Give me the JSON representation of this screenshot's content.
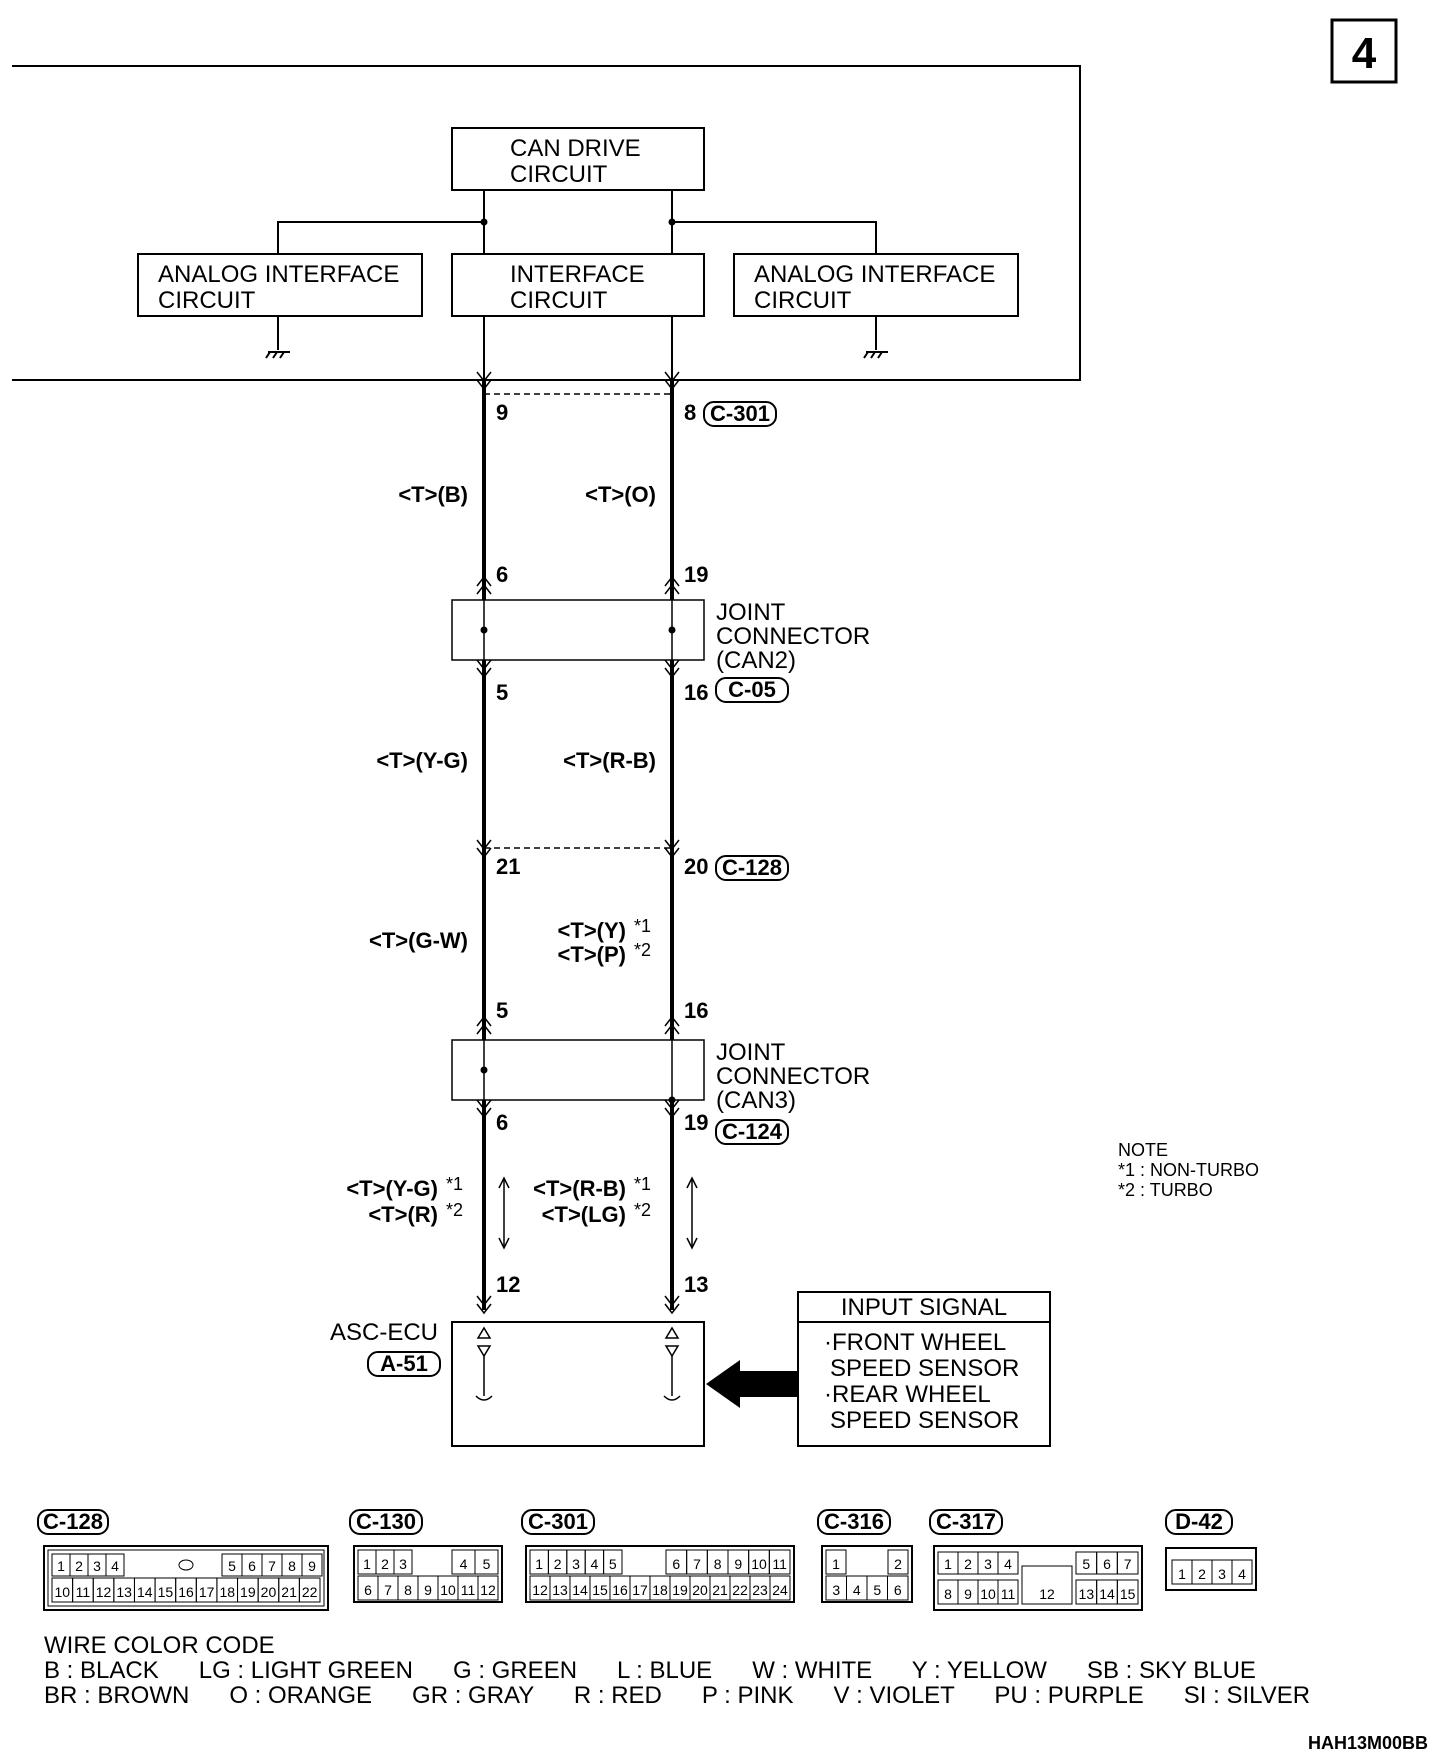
{
  "page_number": "4",
  "blocks": {
    "can_drive": [
      "CAN DRIVE",
      "CIRCUIT"
    ],
    "analog_left": [
      "ANALOG INTERFACE",
      "CIRCUIT"
    ],
    "interface": [
      "INTERFACE",
      "CIRCUIT"
    ],
    "analog_right": [
      "ANALOG INTERFACE",
      "CIRCUIT"
    ]
  },
  "left_wire": {
    "pins": [
      "9",
      "6",
      "5",
      "21",
      "5",
      "6",
      "12"
    ],
    "colors": [
      "<T>(B)",
      "<T>(Y-G)",
      "<T>(G-W)",
      "<T>(Y-G)",
      "<T>(R)"
    ]
  },
  "right_wire": {
    "pins": [
      "8",
      "19",
      "16",
      "20",
      "16",
      "19",
      "13"
    ],
    "colors": [
      "<T>(O)",
      "<T>(R-B)",
      "<T>(Y)",
      "<T>(P)",
      "<T>(R-B)",
      "<T>(LG)"
    ]
  },
  "stars": {
    "s1": "*1",
    "s2": "*2"
  },
  "connectors": {
    "c301": "C-301",
    "c05": "C-05",
    "c128": "C-128",
    "c124": "C-124",
    "a51": "A-51"
  },
  "joint2": [
    "JOINT",
    "CONNECTOR",
    "(CAN2)"
  ],
  "joint3": [
    "JOINT",
    "CONNECTOR",
    "(CAN3)"
  ],
  "ecu_label": "ASC-ECU",
  "input_signal": {
    "title": "INPUT SIGNAL",
    "lines": [
      "·FRONT WHEEL",
      "SPEED SENSOR",
      "·REAR WHEEL",
      "SPEED SENSOR"
    ]
  },
  "note": {
    "title": "NOTE",
    "items": [
      "*1 : NON-TURBO",
      "*2 : TURBO"
    ]
  },
  "connector_views": {
    "c128": {
      "label": "C-128",
      "top": [
        "1",
        "2",
        "3",
        "4",
        "5",
        "6",
        "7",
        "8",
        "9"
      ],
      "bottom": [
        "10",
        "11",
        "12",
        "13",
        "14",
        "15",
        "16",
        "17",
        "18",
        "19",
        "20",
        "21",
        "22"
      ]
    },
    "c130": {
      "label": "C-130",
      "top": [
        "1",
        "2",
        "3",
        "4",
        "5"
      ],
      "bottom": [
        "6",
        "7",
        "8",
        "9",
        "10",
        "11",
        "12"
      ]
    },
    "c301": {
      "label": "C-301",
      "top": [
        "1",
        "2",
        "3",
        "4",
        "5",
        "6",
        "7",
        "8",
        "9",
        "10",
        "11"
      ],
      "bottom": [
        "12",
        "13",
        "14",
        "15",
        "16",
        "17",
        "18",
        "19",
        "20",
        "21",
        "22",
        "23",
        "24"
      ]
    },
    "c316": {
      "label": "C-316",
      "top": [
        "1",
        "2"
      ],
      "bottom": [
        "3",
        "4",
        "5",
        "6"
      ]
    },
    "c317": {
      "label": "C-317",
      "top": [
        "1",
        "2",
        "3",
        "4",
        "5",
        "6",
        "7"
      ],
      "bottom": [
        "8",
        "9",
        "10",
        "11",
        "12",
        "13",
        "14",
        "15"
      ]
    },
    "d42": {
      "label": "D-42",
      "pins": [
        "1",
        "2",
        "3",
        "4"
      ]
    }
  },
  "wire_color_code": {
    "title": "WIRE COLOR CODE",
    "row1": "B : BLACK      LG : LIGHT GREEN      G : GREEN      L : BLUE      W : WHITE      Y : YELLOW      SB : SKY BLUE",
    "row2": "BR : BROWN      O : ORANGE      GR : GRAY      R : RED      P : PINK      V : VIOLET      PU : PURPLE      SI : SILVER"
  },
  "figure_code": "HAH13M00BB"
}
